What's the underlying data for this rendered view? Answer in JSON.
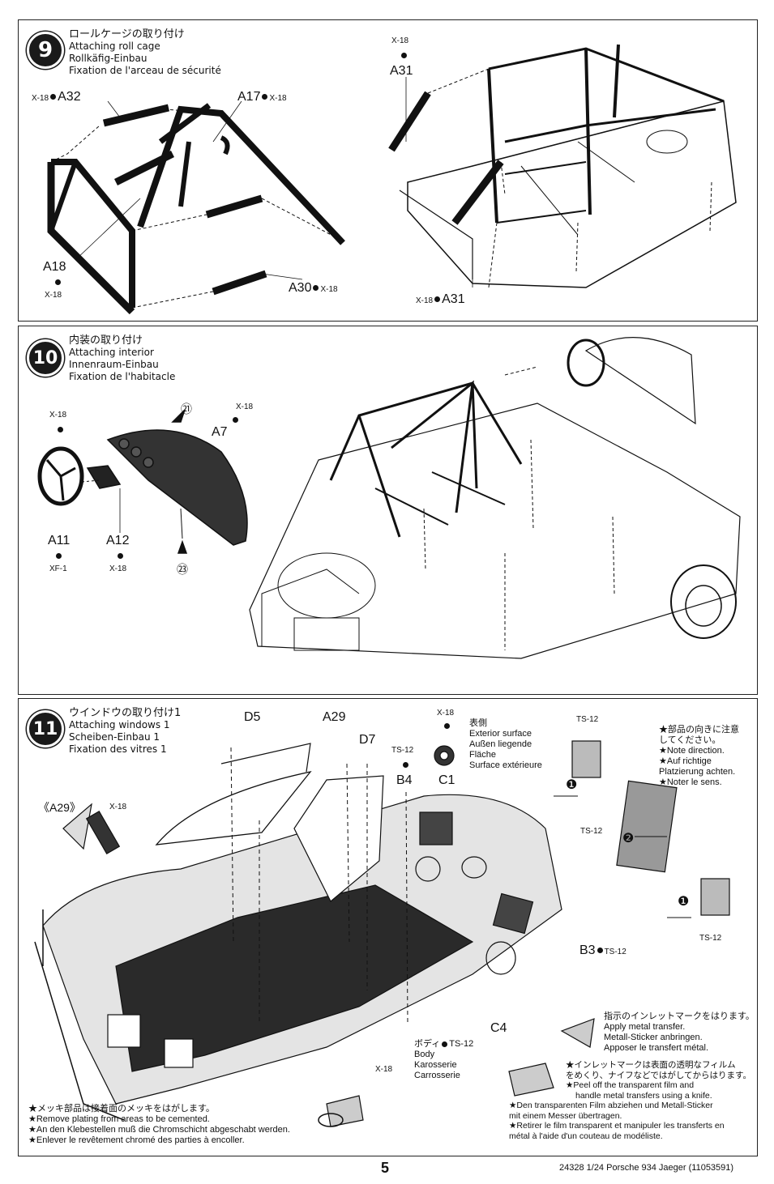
{
  "steps": [
    {
      "number": "9",
      "title_jp": "ロールケージの取り付け",
      "title_en": "Attaching roll cage",
      "title_de": "Rollkäfig-Einbau",
      "title_fr": "Fixation de l'arceau de sécurité",
      "parts": {
        "a32": "A32",
        "a17": "A17",
        "a18": "A18",
        "a30": "A30",
        "a31_top": "A31",
        "a31_bottom": "A31",
        "x18": "X-18"
      }
    },
    {
      "number": "10",
      "title_jp": "内装の取り付け",
      "title_en": "Attaching interior",
      "title_de": "Innenraum-Einbau",
      "title_fr": "Fixation de l'habitacle",
      "parts": {
        "a7": "A7",
        "a11": "A11",
        "a12": "A12",
        "n21": "㉑",
        "n23": "㉓",
        "x18": "X-18",
        "xf1": "XF-1"
      }
    },
    {
      "number": "11",
      "title_jp": "ウインドウの取り付け1",
      "title_en": "Attaching windows 1",
      "title_de": "Scheiben-Einbau 1",
      "title_fr": "Fixation des vitres 1",
      "parts": {
        "d5": "D5",
        "a29": "A29",
        "d7": "D7",
        "b4": "B4",
        "c1": "C1",
        "b3": "B3",
        "c4": "C4",
        "a29_sub": "《A29》",
        "x18": "X-18",
        "ts12": "TS-12",
        "n1": "❶",
        "n2": "❷"
      },
      "exterior": {
        "jp": "表側",
        "en": "Exterior surface",
        "de": "Außen liegende",
        "de2": "Fläche",
        "fr": "Surface extérieure"
      },
      "direction_note": {
        "jp1": "★部品の向きに注意",
        "jp2": "してください。",
        "en": "★Note direction.",
        "de1": "★Auf richtige",
        "de2": "Platzierung achten.",
        "fr": "★Noter le sens."
      },
      "body_label": {
        "jp": "ボディ",
        "en": "Body",
        "de": "Karosserie",
        "fr": "Carrosserie"
      },
      "transfer_note": {
        "jp": "指示のインレットマークをはります。",
        "en": "Apply metal transfer.",
        "de": "Metall-Sticker anbringen.",
        "fr": "Apposer le transfert métal."
      },
      "peel_note": {
        "jp1": "★インレットマークは表面の透明なフィルム",
        "jp2": "をめくり、ナイフなどではがしてからはります。",
        "en1": "★Peel  off  the  transparent  film  and",
        "en2": "handle metal transfers using a knife.",
        "de1": "★Den transparenten Film abziehen und Metall-Sticker",
        "de2": "mit einem Messer übertragen.",
        "fr1": "★Retirer le film transparent et manipuler les transferts en",
        "fr2": "métal à l'aide d'un couteau de modéliste."
      },
      "plating_note": {
        "jp": "★メッキ部品は接着面のメッキをはがします。",
        "en": "★Remove plating from areas to be cemented.",
        "de": "★An den Klebestellen muß die Chromschicht abgeschabt werden.",
        "fr": "★Enlever le revêtement chromé des parties à encoller."
      }
    }
  ],
  "footer": {
    "page": "5",
    "info": "24328  1/24 Porsche 934 Jaeger (11053591)"
  }
}
